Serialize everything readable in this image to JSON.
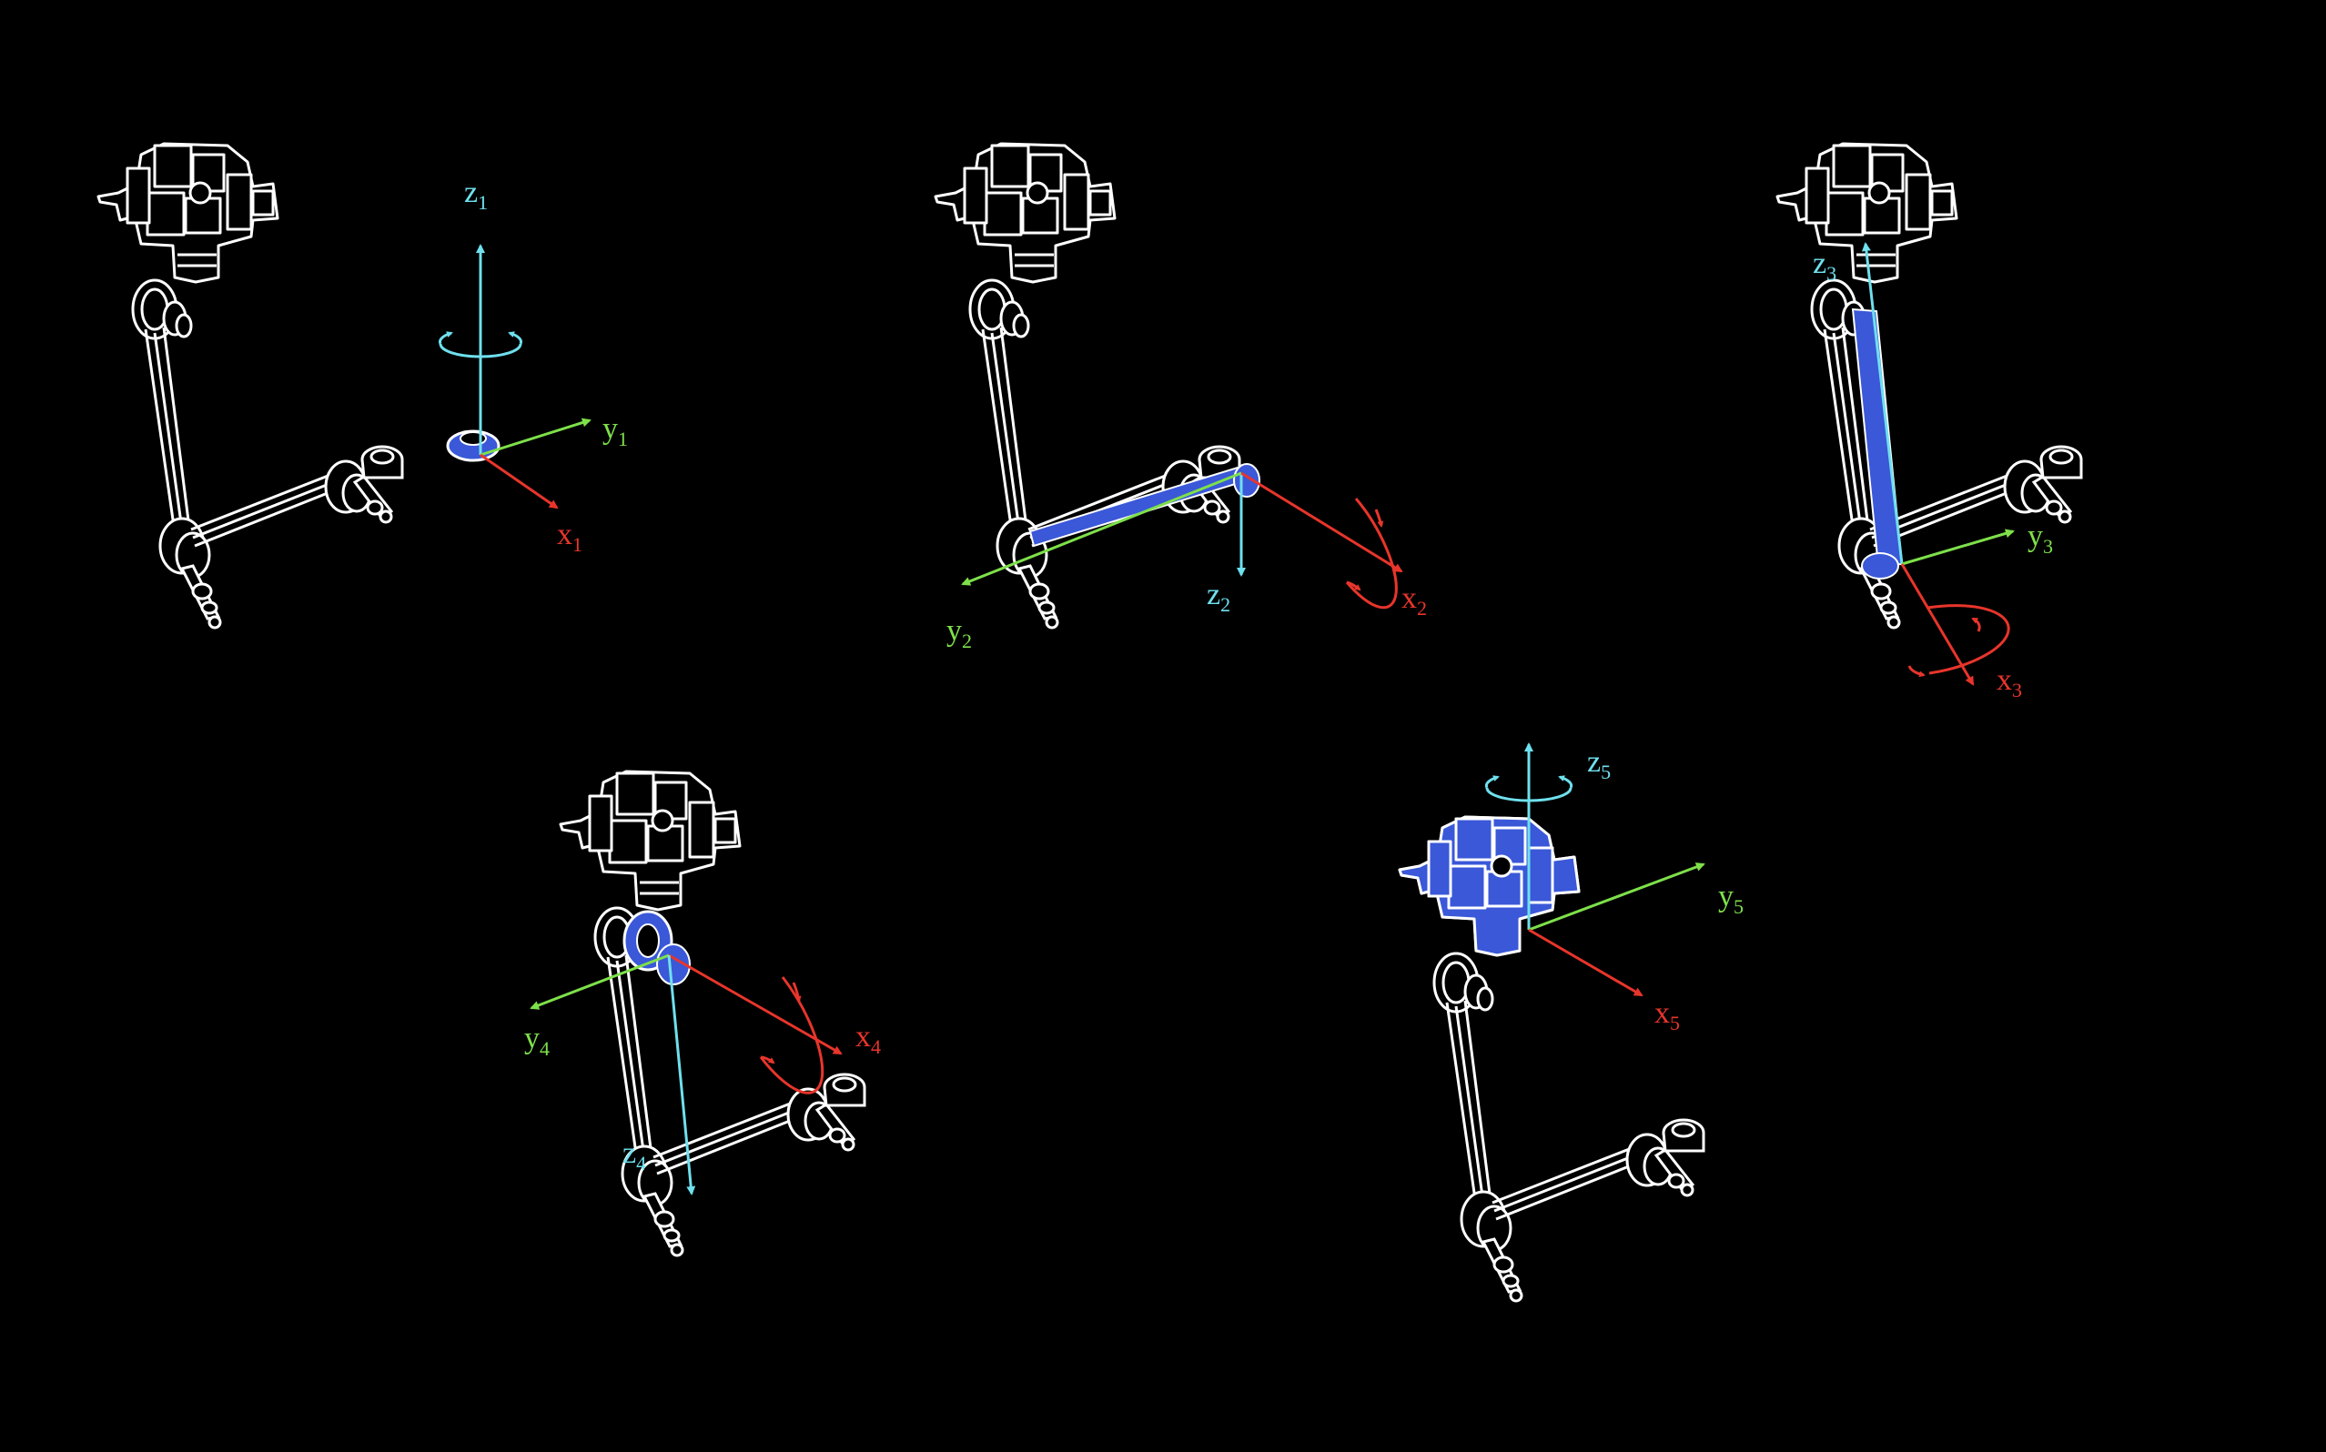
{
  "colors": {
    "background": "#000000",
    "outline": "#ffffff",
    "highlight": "#3a58d8",
    "x_axis": "#e8352b",
    "y_axis": "#7ee04a",
    "z_axis": "#6fe0ee"
  },
  "frames": [
    {
      "id": "frame-1",
      "x_label": "x",
      "y_label": "y",
      "z_label": "z",
      "index": "1",
      "rotation_axis": "z",
      "highlight": "base-joint"
    },
    {
      "id": "frame-2",
      "x_label": "x",
      "y_label": "y",
      "z_label": "z",
      "index": "2",
      "rotation_axis": "x",
      "highlight": "lower-link"
    },
    {
      "id": "frame-3",
      "x_label": "x",
      "y_label": "y",
      "z_label": "z",
      "index": "3",
      "rotation_axis": "x",
      "highlight": "upright-link"
    },
    {
      "id": "frame-4",
      "x_label": "x",
      "y_label": "y",
      "z_label": "z",
      "index": "4",
      "rotation_axis": "x",
      "highlight": "shoulder-joint"
    },
    {
      "id": "frame-5",
      "x_label": "x",
      "y_label": "y",
      "z_label": "z",
      "index": "5",
      "rotation_axis": "z",
      "highlight": "head-unit"
    }
  ]
}
